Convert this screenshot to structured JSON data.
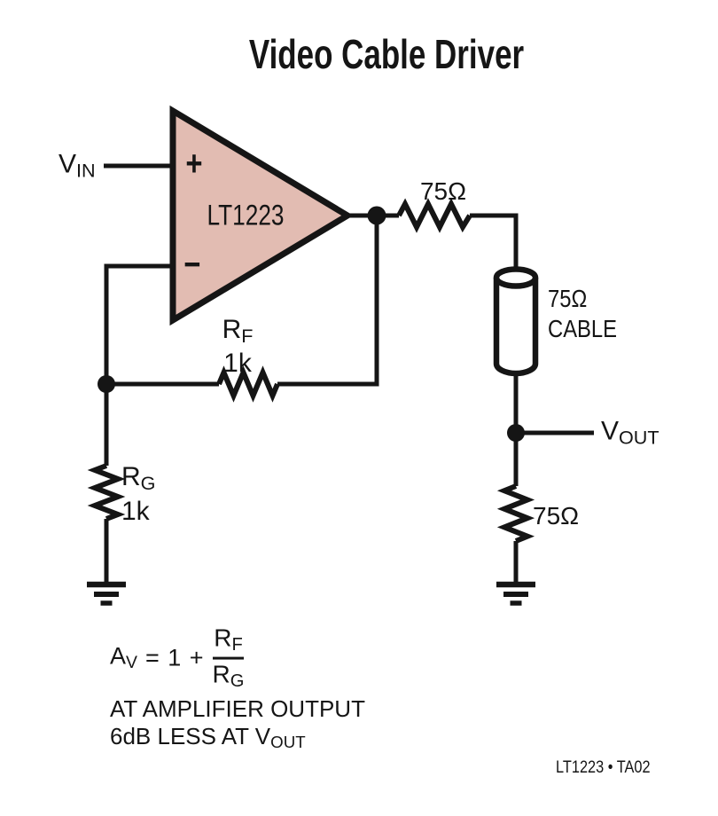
{
  "colors": {
    "ink": "#151515",
    "opamp_fill": "#e2bcb2",
    "background": "#ffffff"
  },
  "title": "Video Cable Driver",
  "opamp": {
    "part_label": "LT1223",
    "noninverting_symbol": "+",
    "inverting_symbol": "−"
  },
  "input": {
    "label_main": "V",
    "label_sub": "IN"
  },
  "output": {
    "label_main": "V",
    "label_sub": "OUT"
  },
  "resistors": {
    "series": {
      "value": "75Ω"
    },
    "termination": {
      "value": "75Ω"
    },
    "feedback": {
      "ref_main": "R",
      "ref_sub": "F",
      "value": "1k"
    },
    "gain": {
      "ref_main": "R",
      "ref_sub": "G",
      "value": "1k"
    }
  },
  "cable": {
    "value": "75Ω",
    "name": "CABLE"
  },
  "formula": {
    "lhs_main": "A",
    "lhs_sub": "V",
    "operator": "= 1 +",
    "numerator_main": "R",
    "numerator_sub": "F",
    "denominator_main": "R",
    "denominator_sub": "G"
  },
  "notes": {
    "line1": "AT AMPLIFIER OUTPUT",
    "line2_main": "6dB LESS AT V",
    "line2_sub": "OUT"
  },
  "footer": "LT1223 • TA02"
}
